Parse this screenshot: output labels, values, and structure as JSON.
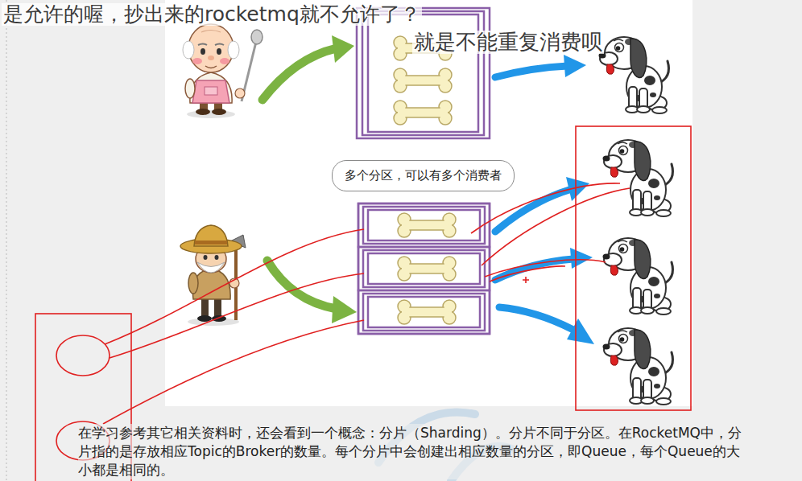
{
  "diagram": {
    "nodes": [
      {
        "text": [
          "多个分区，可以有多个消费者"
        ]
      }
    ],
    "labels": [
      "是允许的喔，抄出来的rocketmq就不允许了？",
      "就是不能重复消费呗",
      "在学习参考其它相关资料时，还会看到一个概念：分片（Sharding）。分片不同于分区。在RocketMQ中，分片指的是存放相应Topic的Broker的数量。每个分片中会创建出相应数量的分区，即Queue，每个Queue的大小都是相同的。"
    ]
  }
}
